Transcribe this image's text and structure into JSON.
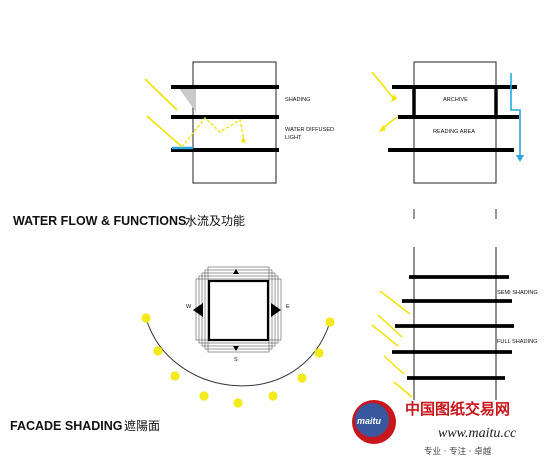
{
  "headings": {
    "water_flow_title": "WATER FLOW & FUNCTIONS",
    "water_flow_title_cn": "水流及功能",
    "facade_shading_title": "FACADE SHADING",
    "facade_shading_title_cn": "遮陽面"
  },
  "water_section_left": {
    "label_shading": "SHADING",
    "label_water_diffused_1": "WATER DIFFUSED",
    "label_water_diffused_2": "LIGHT"
  },
  "water_section_right": {
    "label_archive": "ARCHIVE",
    "label_reading_area": "READING AREA"
  },
  "plan_compass": {
    "north": "",
    "south": "S",
    "east": "E",
    "west": "W"
  },
  "facade_section": {
    "label_semi_shading": "SEMI SHADING",
    "label_full_shading": "FULL SHADING"
  },
  "watermark": {
    "logo_text": "maitu",
    "site_name_cn": "中国图纸交易网",
    "url": "www.maitu.cc",
    "slogan": "专业 · 专注 · 卓越"
  },
  "colors": {
    "sun_ray": "#f2e300",
    "water": "#2aa7df",
    "sun_dot": "#f2ea1c",
    "line": "#000000",
    "brand_red": "#c8161d"
  }
}
